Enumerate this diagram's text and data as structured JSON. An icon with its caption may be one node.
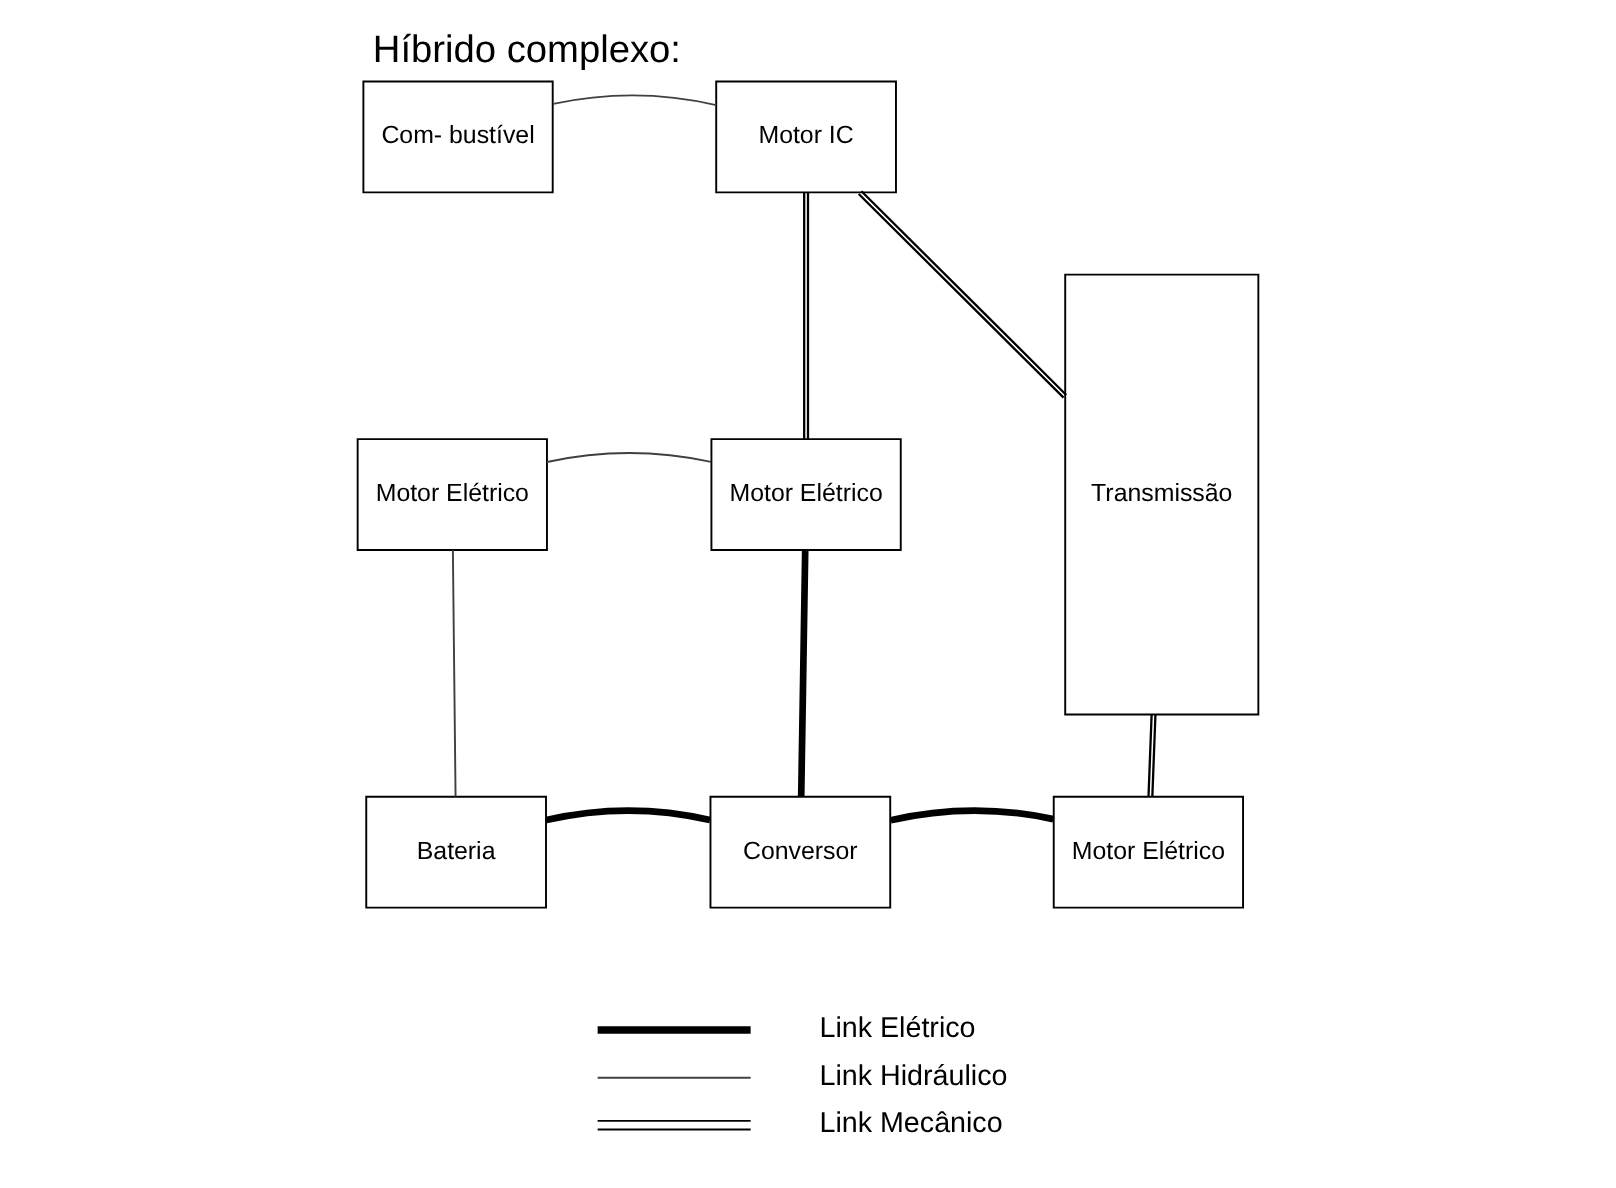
{
  "diagram": {
    "title": "Híbrido complexo:",
    "nodes": [
      {
        "text": [
          "Com- bustível"
        ]
      },
      {
        "text": [
          "Motor IC"
        ]
      },
      {
        "text": [
          "Motor Elétrico"
        ]
      },
      {
        "text": [
          "Motor Elétrico"
        ]
      },
      {
        "text": [
          "Bateria"
        ]
      },
      {
        "text": [
          "Conversor"
        ]
      },
      {
        "text": [
          "Motor Elétrico"
        ]
      },
      {
        "text": [
          "Transmissão"
        ]
      }
    ],
    "edges": [
      {
        "from": 0,
        "to": 1,
        "arrow": "none",
        "color": "#404040"
      },
      {
        "from": 1,
        "to": 7,
        "arrow": "none"
      },
      {
        "from": 1,
        "to": 3,
        "arrow": "none"
      },
      {
        "from": 2,
        "to": 3,
        "arrow": "none",
        "color": "#404040"
      },
      {
        "from": 2,
        "to": 4,
        "arrow": "none",
        "color": "#404040"
      },
      {
        "from": 3,
        "to": 5,
        "arrow": "none",
        "style": "thick"
      },
      {
        "from": 4,
        "to": 5,
        "arrow": "none",
        "style": "thick"
      },
      {
        "from": 5,
        "to": 6,
        "arrow": "none",
        "style": "thick"
      },
      {
        "from": 6,
        "to": 7,
        "arrow": "none"
      }
    ],
    "legend": [
      {
        "text": "Link Elétrico"
      },
      {
        "text": "Link Hidráulico"
      },
      {
        "text": "Link Mecânico"
      }
    ]
  }
}
